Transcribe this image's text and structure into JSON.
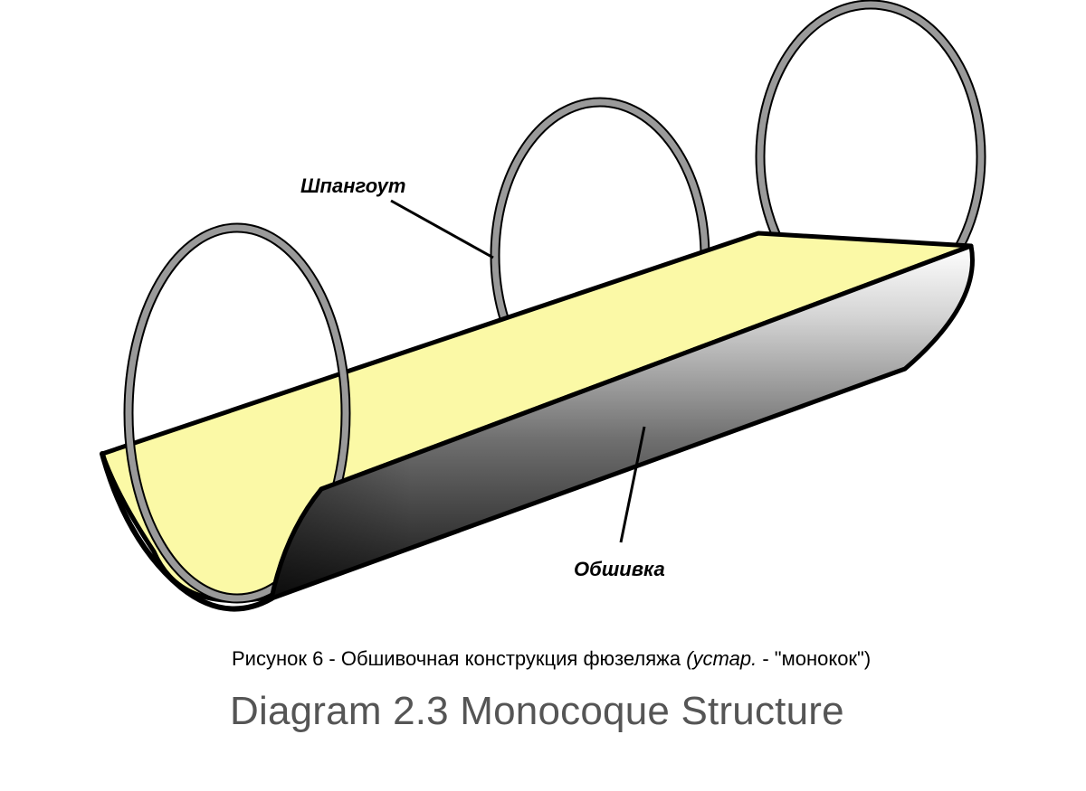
{
  "labels": {
    "frame": "Шпангоут",
    "skin": "Обшивка"
  },
  "caption": {
    "prefix": "Рисунок 6 - Обшивочная конструкция фюзеляжа ",
    "italic": "(устар.",
    "suffix": " -  \"монокок\")"
  },
  "title": "Diagram 2.3 Monocoque Structure",
  "colors": {
    "interior_fill": "#fbf9a6",
    "frame_ring": "#9a9a9a",
    "outline": "#000000",
    "title_text": "#555555"
  }
}
